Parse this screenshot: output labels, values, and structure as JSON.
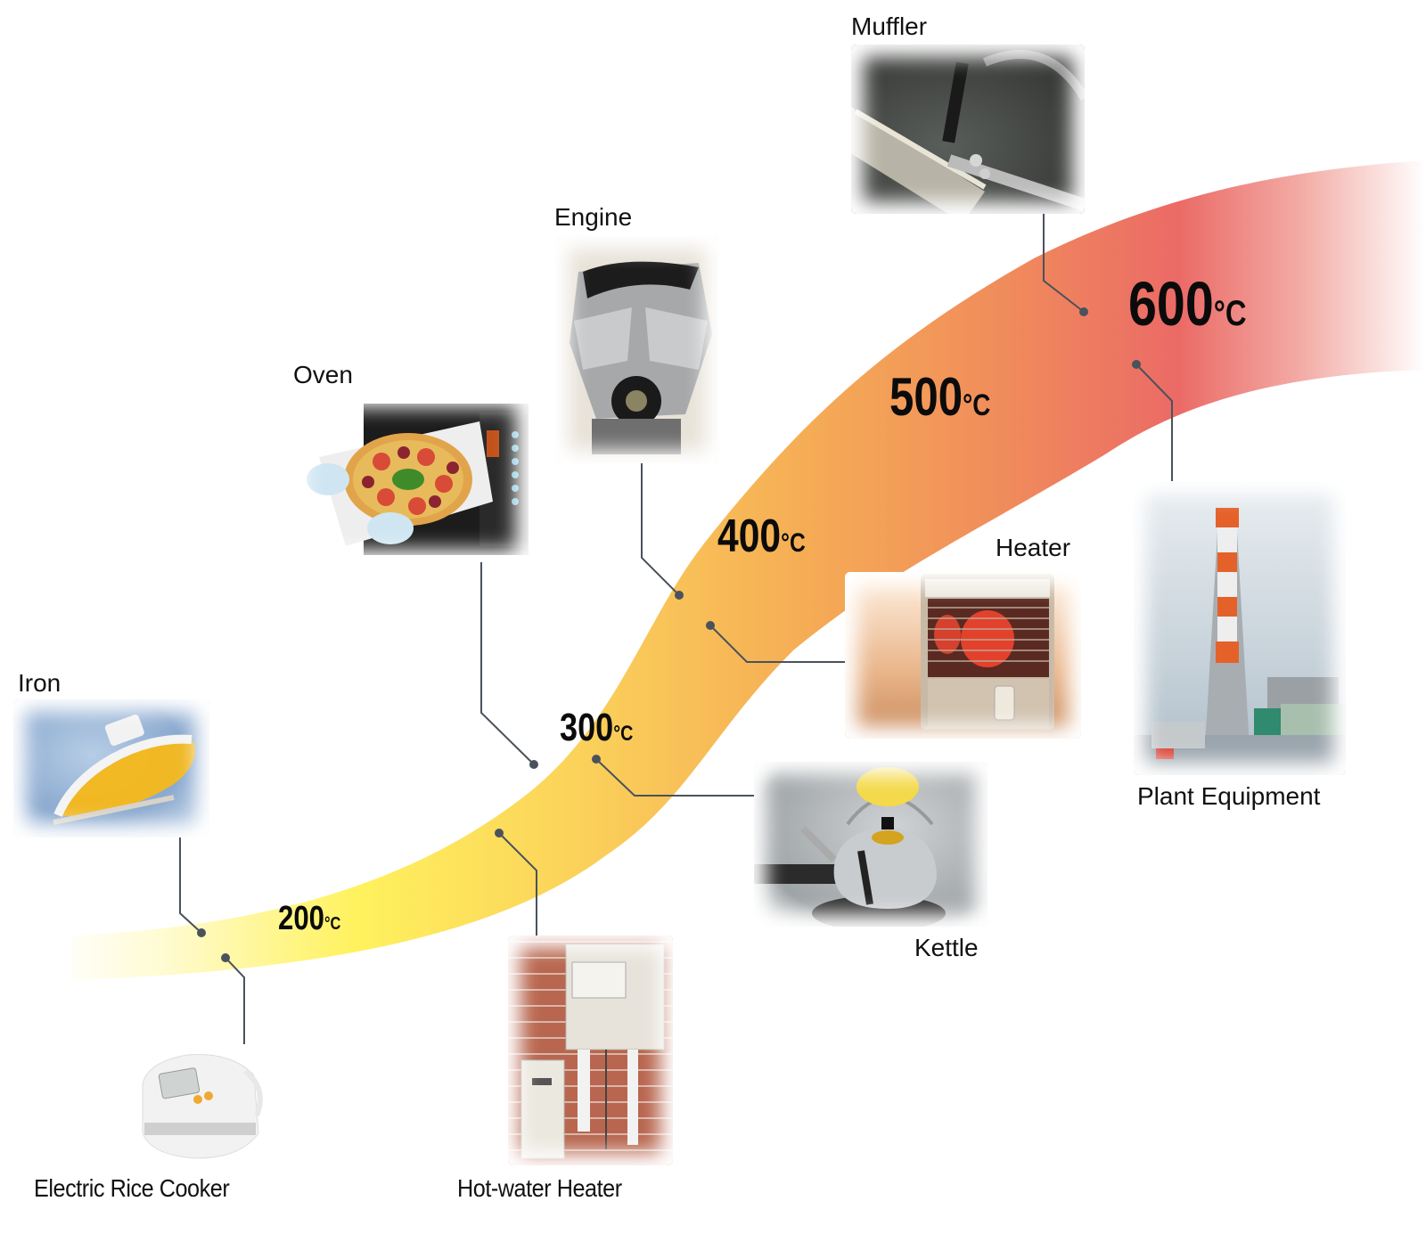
{
  "diagram": {
    "type": "temperature-range-infographic",
    "band_gradient": [
      "#fffbe0",
      "#fff15a",
      "#f9c85a",
      "#f3a455",
      "#ec6c66",
      "#ffffff"
    ],
    "connector_color": "#4a525c",
    "temperatures": [
      {
        "value": "200",
        "unit": "°C"
      },
      {
        "value": "300",
        "unit": "°C"
      },
      {
        "value": "400",
        "unit": "°C"
      },
      {
        "value": "500",
        "unit": "°C"
      },
      {
        "value": "600",
        "unit": "°C"
      }
    ],
    "items": [
      {
        "id": "iron",
        "label": "Iron",
        "photo": "iron-photo"
      },
      {
        "id": "rice-cooker",
        "label": "Electric Rice Cooker",
        "photo": "rice-cooker-photo"
      },
      {
        "id": "oven",
        "label": "Oven",
        "photo": "oven-photo"
      },
      {
        "id": "hot-water-heater",
        "label": "Hot-water Heater",
        "photo": "hot-water-heater-photo"
      },
      {
        "id": "engine",
        "label": "Engine",
        "photo": "engine-photo"
      },
      {
        "id": "kettle",
        "label": "Kettle",
        "photo": "kettle-photo"
      },
      {
        "id": "heater",
        "label": "Heater",
        "photo": "heater-photo"
      },
      {
        "id": "muffler",
        "label": "Muffler",
        "photo": "muffler-photo"
      },
      {
        "id": "plant-equipment",
        "label": "Plant Equipment",
        "photo": "plant-photo"
      }
    ]
  }
}
